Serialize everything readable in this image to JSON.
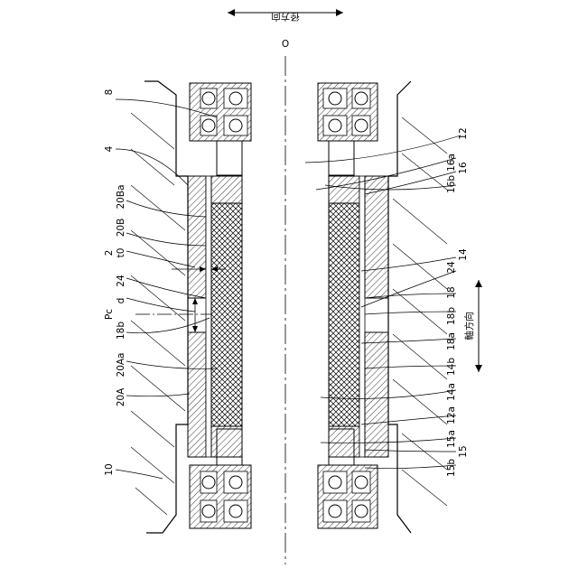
{
  "orientation": "rotated-90-ccw",
  "texts": {
    "radial_direction": "径方向",
    "axial_direction": "軸方向",
    "center_mark": "O",
    "pc": "Pc"
  },
  "left_labels": [
    {
      "key": "l10",
      "text": "10"
    },
    {
      "key": "l20A",
      "text": "20A"
    },
    {
      "key": "l20Aa",
      "text": "20Aa"
    },
    {
      "key": "l18b",
      "text": "18b"
    },
    {
      "key": "ld",
      "text": "d"
    },
    {
      "key": "l24",
      "text": "24"
    },
    {
      "key": "lt0",
      "text": "t0"
    },
    {
      "key": "l20B",
      "text": "20B"
    },
    {
      "key": "l20Ba",
      "text": "20Ba"
    },
    {
      "key": "l4",
      "text": "4"
    },
    {
      "key": "l8",
      "text": "8"
    },
    {
      "key": "l2",
      "text": "2"
    }
  ],
  "right_labels": [
    {
      "key": "r12",
      "text": "12"
    },
    {
      "key": "r16a",
      "text": "16a"
    },
    {
      "key": "r16",
      "text": "16"
    },
    {
      "key": "r16b",
      "text": "16b"
    },
    {
      "key": "r14",
      "text": "14"
    },
    {
      "key": "r24",
      "text": "24"
    },
    {
      "key": "r18",
      "text": "18"
    },
    {
      "key": "r18b",
      "text": "18b"
    },
    {
      "key": "r18a",
      "text": "18a"
    },
    {
      "key": "r14b",
      "text": "14b"
    },
    {
      "key": "r14a",
      "text": "14a"
    },
    {
      "key": "r12a",
      "text": "12a"
    },
    {
      "key": "r15a",
      "text": "15a"
    },
    {
      "key": "r15",
      "text": "15"
    },
    {
      "key": "r15b",
      "text": "15b"
    }
  ]
}
